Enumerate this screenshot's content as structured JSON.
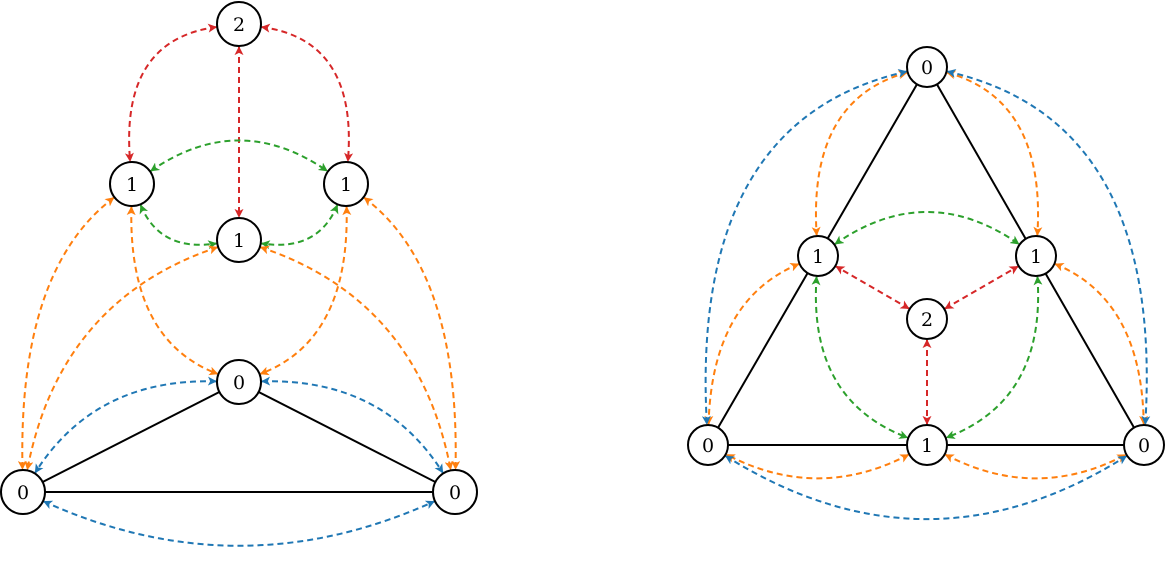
{
  "colors": {
    "red": "#d62728",
    "green": "#2ca02c",
    "orange": "#ff7f0e",
    "blue": "#1f77b4",
    "solid": "#000000"
  },
  "graphs": [
    {
      "name": "left-graph",
      "nodes": [
        {
          "id": "a",
          "label": "2"
        },
        {
          "id": "b",
          "label": "1"
        },
        {
          "id": "c",
          "label": "1"
        },
        {
          "id": "d",
          "label": "1"
        },
        {
          "id": "e",
          "label": "0"
        },
        {
          "id": "f",
          "label": "0"
        },
        {
          "id": "g",
          "label": "0"
        }
      ],
      "solid_edges": [
        [
          "e",
          "f"
        ],
        [
          "e",
          "g"
        ],
        [
          "f",
          "g"
        ]
      ],
      "dashed_edges": [
        {
          "from": "a",
          "to": "b",
          "color": "red"
        },
        {
          "from": "a",
          "to": "c",
          "color": "red"
        },
        {
          "from": "a",
          "to": "d",
          "color": "red"
        },
        {
          "from": "b",
          "to": "c",
          "color": "green"
        },
        {
          "from": "b",
          "to": "d",
          "color": "green"
        },
        {
          "from": "c",
          "to": "d",
          "color": "green"
        },
        {
          "from": "b",
          "to": "f",
          "color": "orange"
        },
        {
          "from": "d",
          "to": "f",
          "color": "orange"
        },
        {
          "from": "b",
          "to": "e",
          "color": "orange"
        },
        {
          "from": "c",
          "to": "g",
          "color": "orange"
        },
        {
          "from": "d",
          "to": "g",
          "color": "orange"
        },
        {
          "from": "c",
          "to": "e",
          "color": "orange"
        },
        {
          "from": "e",
          "to": "f",
          "color": "blue"
        },
        {
          "from": "e",
          "to": "g",
          "color": "blue"
        },
        {
          "from": "f",
          "to": "g",
          "color": "blue"
        }
      ]
    },
    {
      "name": "right-graph",
      "nodes": [
        {
          "id": "a",
          "label": "0"
        },
        {
          "id": "b",
          "label": "1"
        },
        {
          "id": "c",
          "label": "1"
        },
        {
          "id": "d",
          "label": "2"
        },
        {
          "id": "e",
          "label": "0"
        },
        {
          "id": "f",
          "label": "1"
        },
        {
          "id": "g",
          "label": "0"
        }
      ],
      "solid_edges": [
        [
          "a",
          "e"
        ],
        [
          "a",
          "g"
        ],
        [
          "e",
          "f"
        ],
        [
          "f",
          "g"
        ]
      ],
      "dashed_edges": [
        {
          "from": "a",
          "to": "b",
          "color": "orange"
        },
        {
          "from": "a",
          "to": "c",
          "color": "orange"
        },
        {
          "from": "b",
          "to": "e",
          "color": "orange"
        },
        {
          "from": "c",
          "to": "g",
          "color": "orange"
        },
        {
          "from": "f",
          "to": "e",
          "color": "orange"
        },
        {
          "from": "f",
          "to": "g",
          "color": "orange"
        },
        {
          "from": "a",
          "to": "e",
          "color": "blue"
        },
        {
          "from": "a",
          "to": "g",
          "color": "blue"
        },
        {
          "from": "e",
          "to": "g",
          "color": "blue"
        },
        {
          "from": "b",
          "to": "c",
          "color": "green"
        },
        {
          "from": "b",
          "to": "f",
          "color": "green"
        },
        {
          "from": "c",
          "to": "f",
          "color": "green"
        },
        {
          "from": "d",
          "to": "b",
          "color": "red"
        },
        {
          "from": "d",
          "to": "c",
          "color": "red"
        },
        {
          "from": "d",
          "to": "f",
          "color": "red"
        }
      ]
    }
  ]
}
